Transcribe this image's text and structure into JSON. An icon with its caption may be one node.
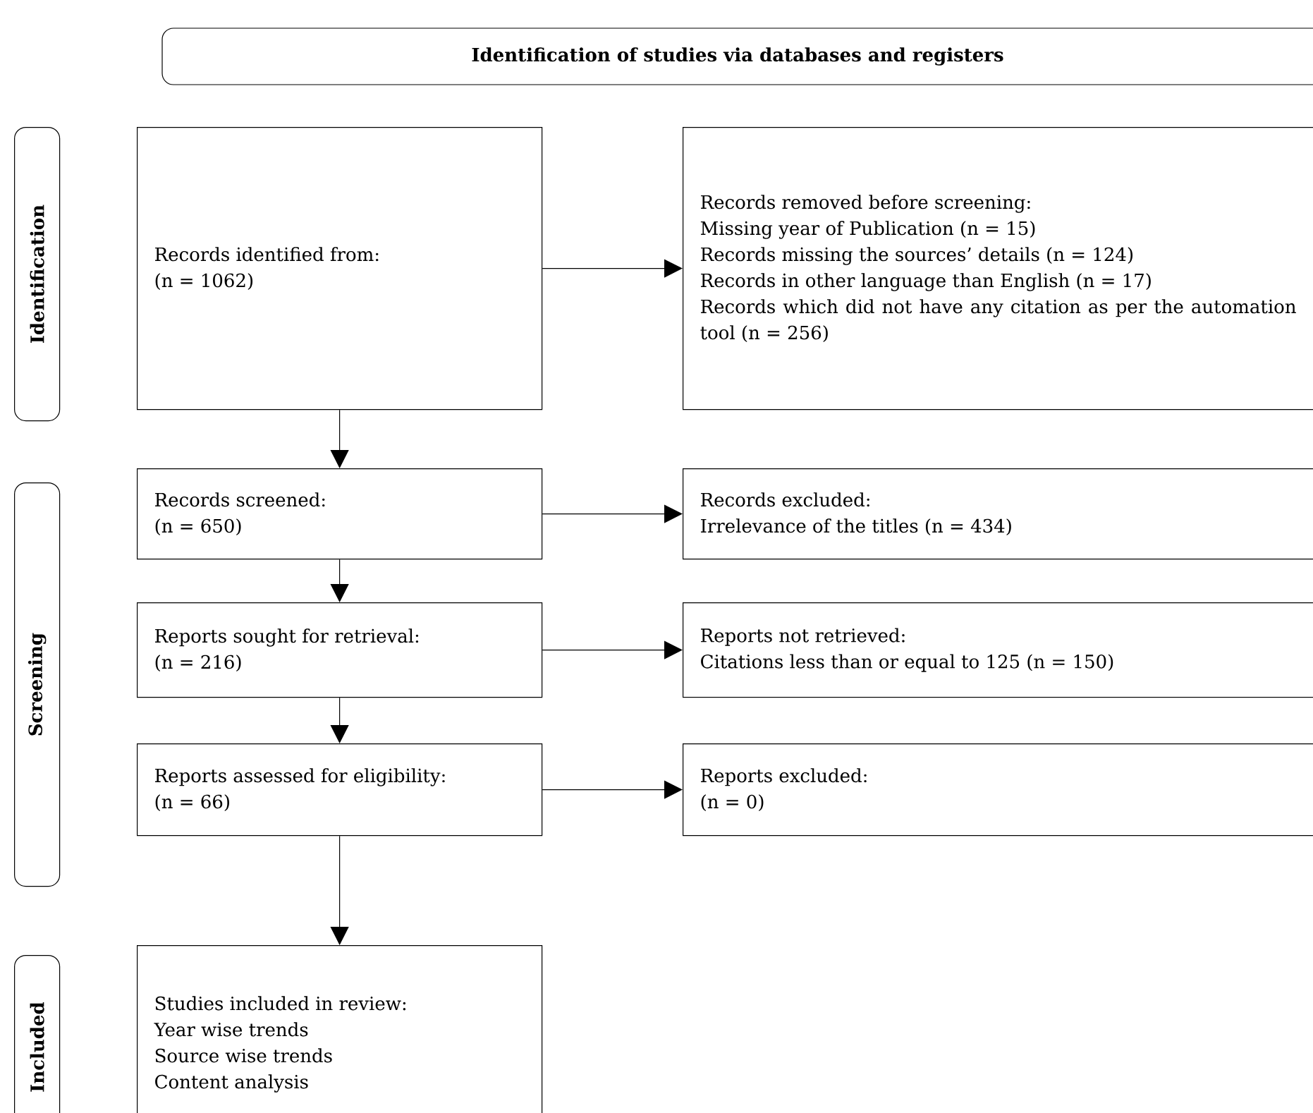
{
  "diagram": {
    "title": "Identification of studies via databases and registers",
    "nodes": [
      {
        "text": [
          "Identification"
        ]
      },
      {
        "text": [
          "Screening"
        ]
      },
      {
        "text": [
          "Included"
        ]
      },
      {
        "text": [
          "Records identified from:",
          "(n = 1062)"
        ]
      },
      {
        "text": [
          "Records removed before screening:",
          "Missing year of Publication (n = 15)",
          "Records missing the sources’ details (n = 124)",
          "Records in other language than English (n = 17)",
          "Records which did not have any citation as per the automation tool (n = 256)"
        ]
      },
      {
        "text": [
          "Records screened:",
          "(n = 650)"
        ]
      },
      {
        "text": [
          "Records excluded:",
          "Irrelevance of the titles (n = 434)"
        ]
      },
      {
        "text": [
          "Reports sought for retrieval:",
          "(n = 216)"
        ]
      },
      {
        "text": [
          "Reports not retrieved:",
          "Citations less than or equal to 125 (n = 150)"
        ]
      },
      {
        "text": [
          "Reports assessed for eligibility:",
          "(n = 66)"
        ]
      },
      {
        "text": [
          "Reports excluded:",
          "(n = 0)"
        ]
      },
      {
        "text": [
          "Studies included in review:",
          "Year wise trends",
          "Source wise trends",
          "Content analysis"
        ]
      }
    ],
    "edges": [
      {
        "from": 3,
        "to": 4,
        "arrow": "to"
      },
      {
        "from": 3,
        "to": 5,
        "arrow": "to"
      },
      {
        "from": 5,
        "to": 6,
        "arrow": "to"
      },
      {
        "from": 5,
        "to": 7,
        "arrow": "to"
      },
      {
        "from": 7,
        "to": 8,
        "arrow": "to"
      },
      {
        "from": 7,
        "to": 9,
        "arrow": "to"
      },
      {
        "from": 9,
        "to": 10,
        "arrow": "to"
      },
      {
        "from": 9,
        "to": 11,
        "arrow": "to"
      }
    ]
  }
}
